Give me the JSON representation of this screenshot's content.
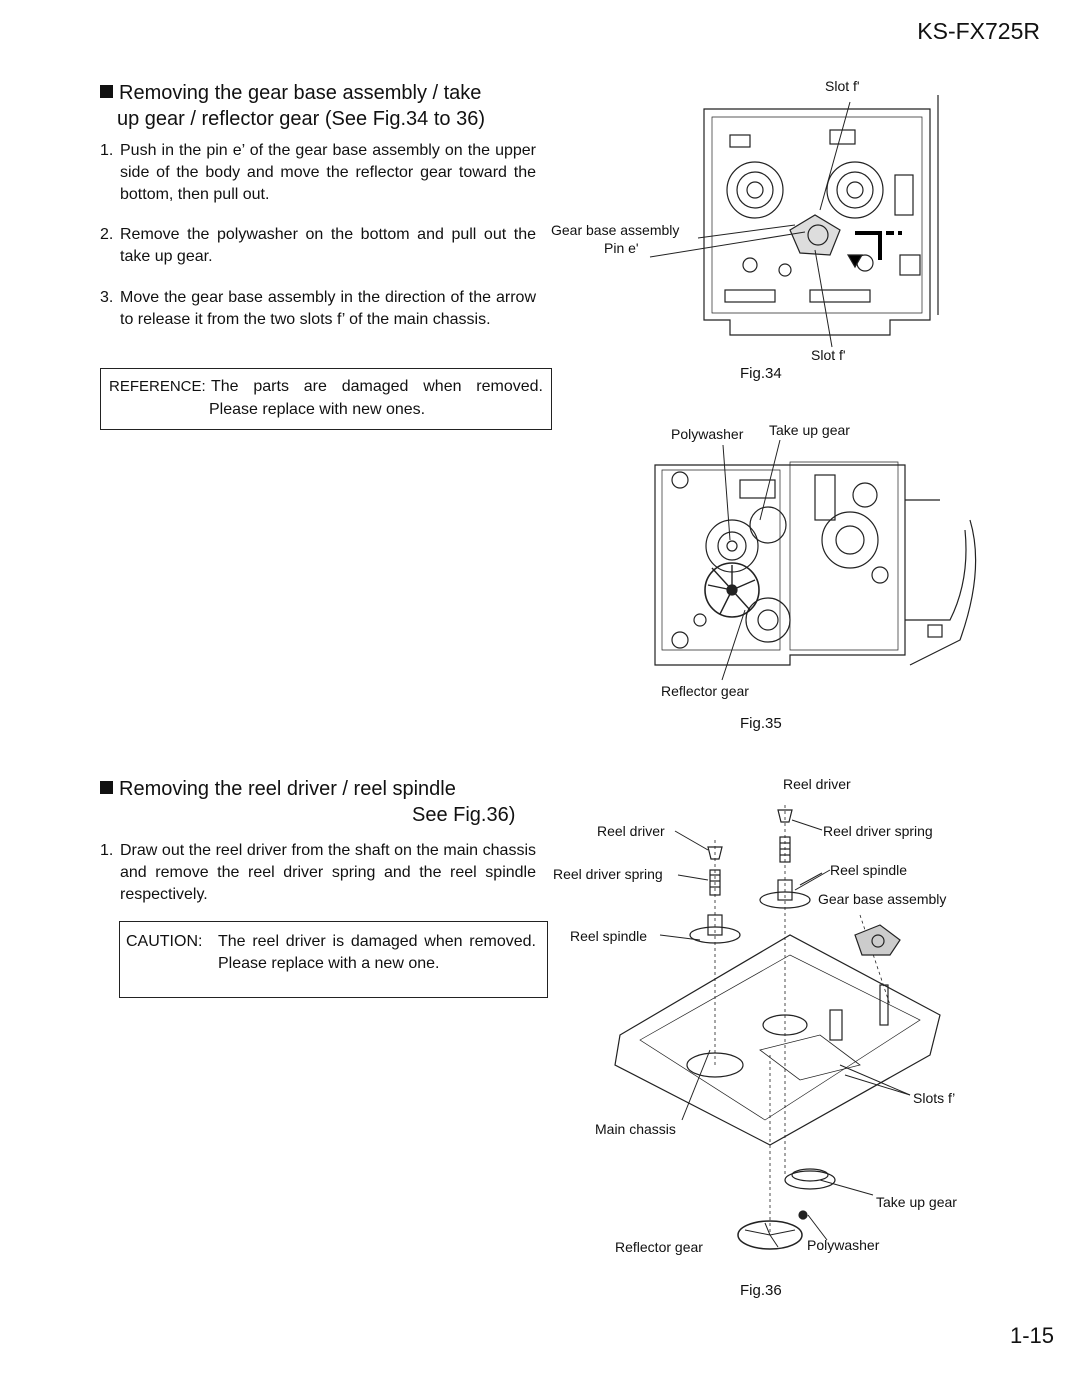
{
  "header": {
    "model": "KS-FX725R"
  },
  "section1": {
    "title_line1": "Removing the gear base assembly / take",
    "title_line2": "up gear / reflector gear (See Fig.34 to 36)",
    "steps": [
      {
        "num": "1.",
        "text": "Push in the pin e’ of the gear base assembly on the upper side of the body and move the reflector gear toward the bottom, then pull out."
      },
      {
        "num": "2.",
        "text": "Remove the polywasher on the bottom and pull out the take up gear."
      },
      {
        "num": "3.",
        "text": "Move the gear base assembly in the direction of the arrow to release it from the two slots f’ of the main chassis."
      }
    ],
    "reference_label": "REFERENCE:",
    "reference_line1": "The parts are damaged when removed.",
    "reference_line2": "Please replace with new ones."
  },
  "section2": {
    "title_line1": "Removing the reel driver / reel spindle",
    "title_line2": "See Fig.36)",
    "steps": [
      {
        "num": "1.",
        "text": "Draw out the reel driver from the shaft on the main chassis and remove the reel driver spring and the reel spindle respectively."
      }
    ],
    "caution_label": "CAUTION:",
    "caution_text": "The reel driver is damaged when removed. Please replace with a new one."
  },
  "fig34": {
    "caption": "Fig.34",
    "labels": {
      "slot_top": "Slot f'",
      "gear_base_assembly": "Gear base assembly",
      "pin": "Pin e'",
      "slot_bottom": "Slot f'"
    }
  },
  "fig35": {
    "caption": "Fig.35",
    "labels": {
      "polywasher": "Polywasher",
      "take_up_gear": "Take up gear",
      "reflector_gear": "Reflector gear"
    }
  },
  "fig36": {
    "caption": "Fig.36",
    "labels": {
      "reel_driver_top": "Reel driver",
      "reel_driver_left": "Reel driver",
      "reel_driver_spring_right": "Reel driver spring",
      "reel_driver_spring_left": "Reel driver spring",
      "reel_spindle_right": "Reel spindle",
      "gear_base_assembly": "Gear base assembly",
      "reel_spindle_left": "Reel spindle",
      "slots": "Slots f’",
      "main_chassis": "Main chassis",
      "take_up_gear": "Take up gear",
      "reflector_gear": "Reflector gear",
      "polywasher": "Polywasher"
    }
  },
  "footer": {
    "page_number": "1-15"
  }
}
